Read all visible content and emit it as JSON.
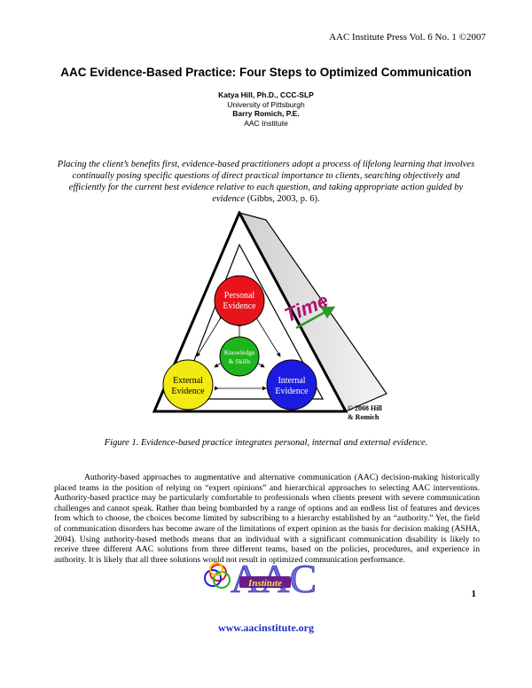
{
  "header": {
    "journal": "AAC Institute Press Vol. 6 No. 1 ©2007"
  },
  "title": "AAC Evidence-Based Practice:  Four Steps to Optimized Communication",
  "authors": [
    {
      "name": "Katya Hill, Ph.D., CCC-SLP",
      "affiliation": "University of Pittsburgh"
    },
    {
      "name": "Barry Romich, P.E.",
      "affiliation": "AAC Institute"
    }
  ],
  "quote": {
    "text": "Placing the client’s benefits first, evidence-based practitioners adopt a process of lifelong learning that involves continually posing specific questions of direct practical importance to clients, searching objectively and efficiently for the current best evidence relative to each question, and taking appropriate action guided by evidence",
    "citation": " (Gibbs, 2003, p. 6)."
  },
  "figure": {
    "personal_l1": "Personal",
    "personal_l2": "Evidence",
    "knowledge_l1": "Knowledge",
    "knowledge_l2": "& Skills",
    "external_l1": "External",
    "external_l2": "Evidence",
    "internal_l1": "Internal",
    "internal_l2": "Evidence",
    "time_label": "Time",
    "copyright_l1": "© 2008 Hill",
    "copyright_l2": "& Romich",
    "colors": {
      "personal": "#e8141c",
      "knowledge": "#1fb51f",
      "external": "#f2ea12",
      "internal": "#1c1ce0",
      "time": "#b0106e",
      "arrow": "#2a9a2a"
    }
  },
  "caption": "Figure 1.  Evidence-based practice integrates personal, internal and external evidence.",
  "paragraph": "Authority-based approaches to augmentative and alternative communication (AAC) decision-making historically placed teams in the position of relying on “expert opinions” and hierarchical approaches to selecting AAC interventions.  Authority-based practice may be particularly comfortable to professionals when clients present with severe communication challenges and cannot speak.  Rather than being bombarded by a range of options and an endless list of features and devices from which to choose, the choices become limited by subscribing to a hierarchy established by an “authority.”  Yet, the field of communication disorders has become aware of the limitations of expert opinion as the basis for decision making (ASHA, 2004).  Using authority-based methods means that an individual with a significant communication disability is likely to receive three different AAC solutions from three different teams, based on the policies, procedures, and experience in authority.  It is likely that all three solutions would not result in optimized communication performance.",
  "page_number": "1",
  "logo": {
    "main": "AAC",
    "sub": "Institute"
  },
  "website": "www.aacinstitute.org"
}
